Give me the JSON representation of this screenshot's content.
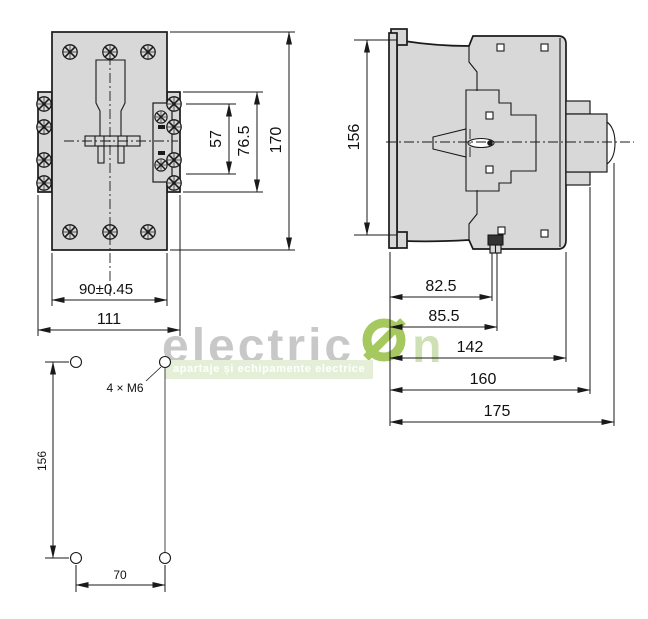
{
  "front_view": {
    "dims": {
      "d57": "57",
      "d76_5": "76.5",
      "d170": "170",
      "d90": "90±0.45",
      "d111": "111"
    }
  },
  "side_view": {
    "dims": {
      "d156": "156",
      "d82_5": "82.5",
      "d85_5": "85.5",
      "d142": "142",
      "d160": "160",
      "d175": "175"
    }
  },
  "drilling_pattern": {
    "holes_label": "4 × M6",
    "dim_vertical": "156",
    "dim_horizontal": "70"
  },
  "watermark": {
    "brand_gray": "electric",
    "brand_green_letter": "n",
    "tagline": "apartaje și echipamente electrice",
    "colors": {
      "gray": "#c8c8c8",
      "green": "#a5c85f",
      "pale_green": "#cfe0b5",
      "tagline_bg": "#e5efd7"
    }
  },
  "drawing_colors": {
    "body_fill": "#d8d8d8",
    "line": "#1a1a1a"
  }
}
